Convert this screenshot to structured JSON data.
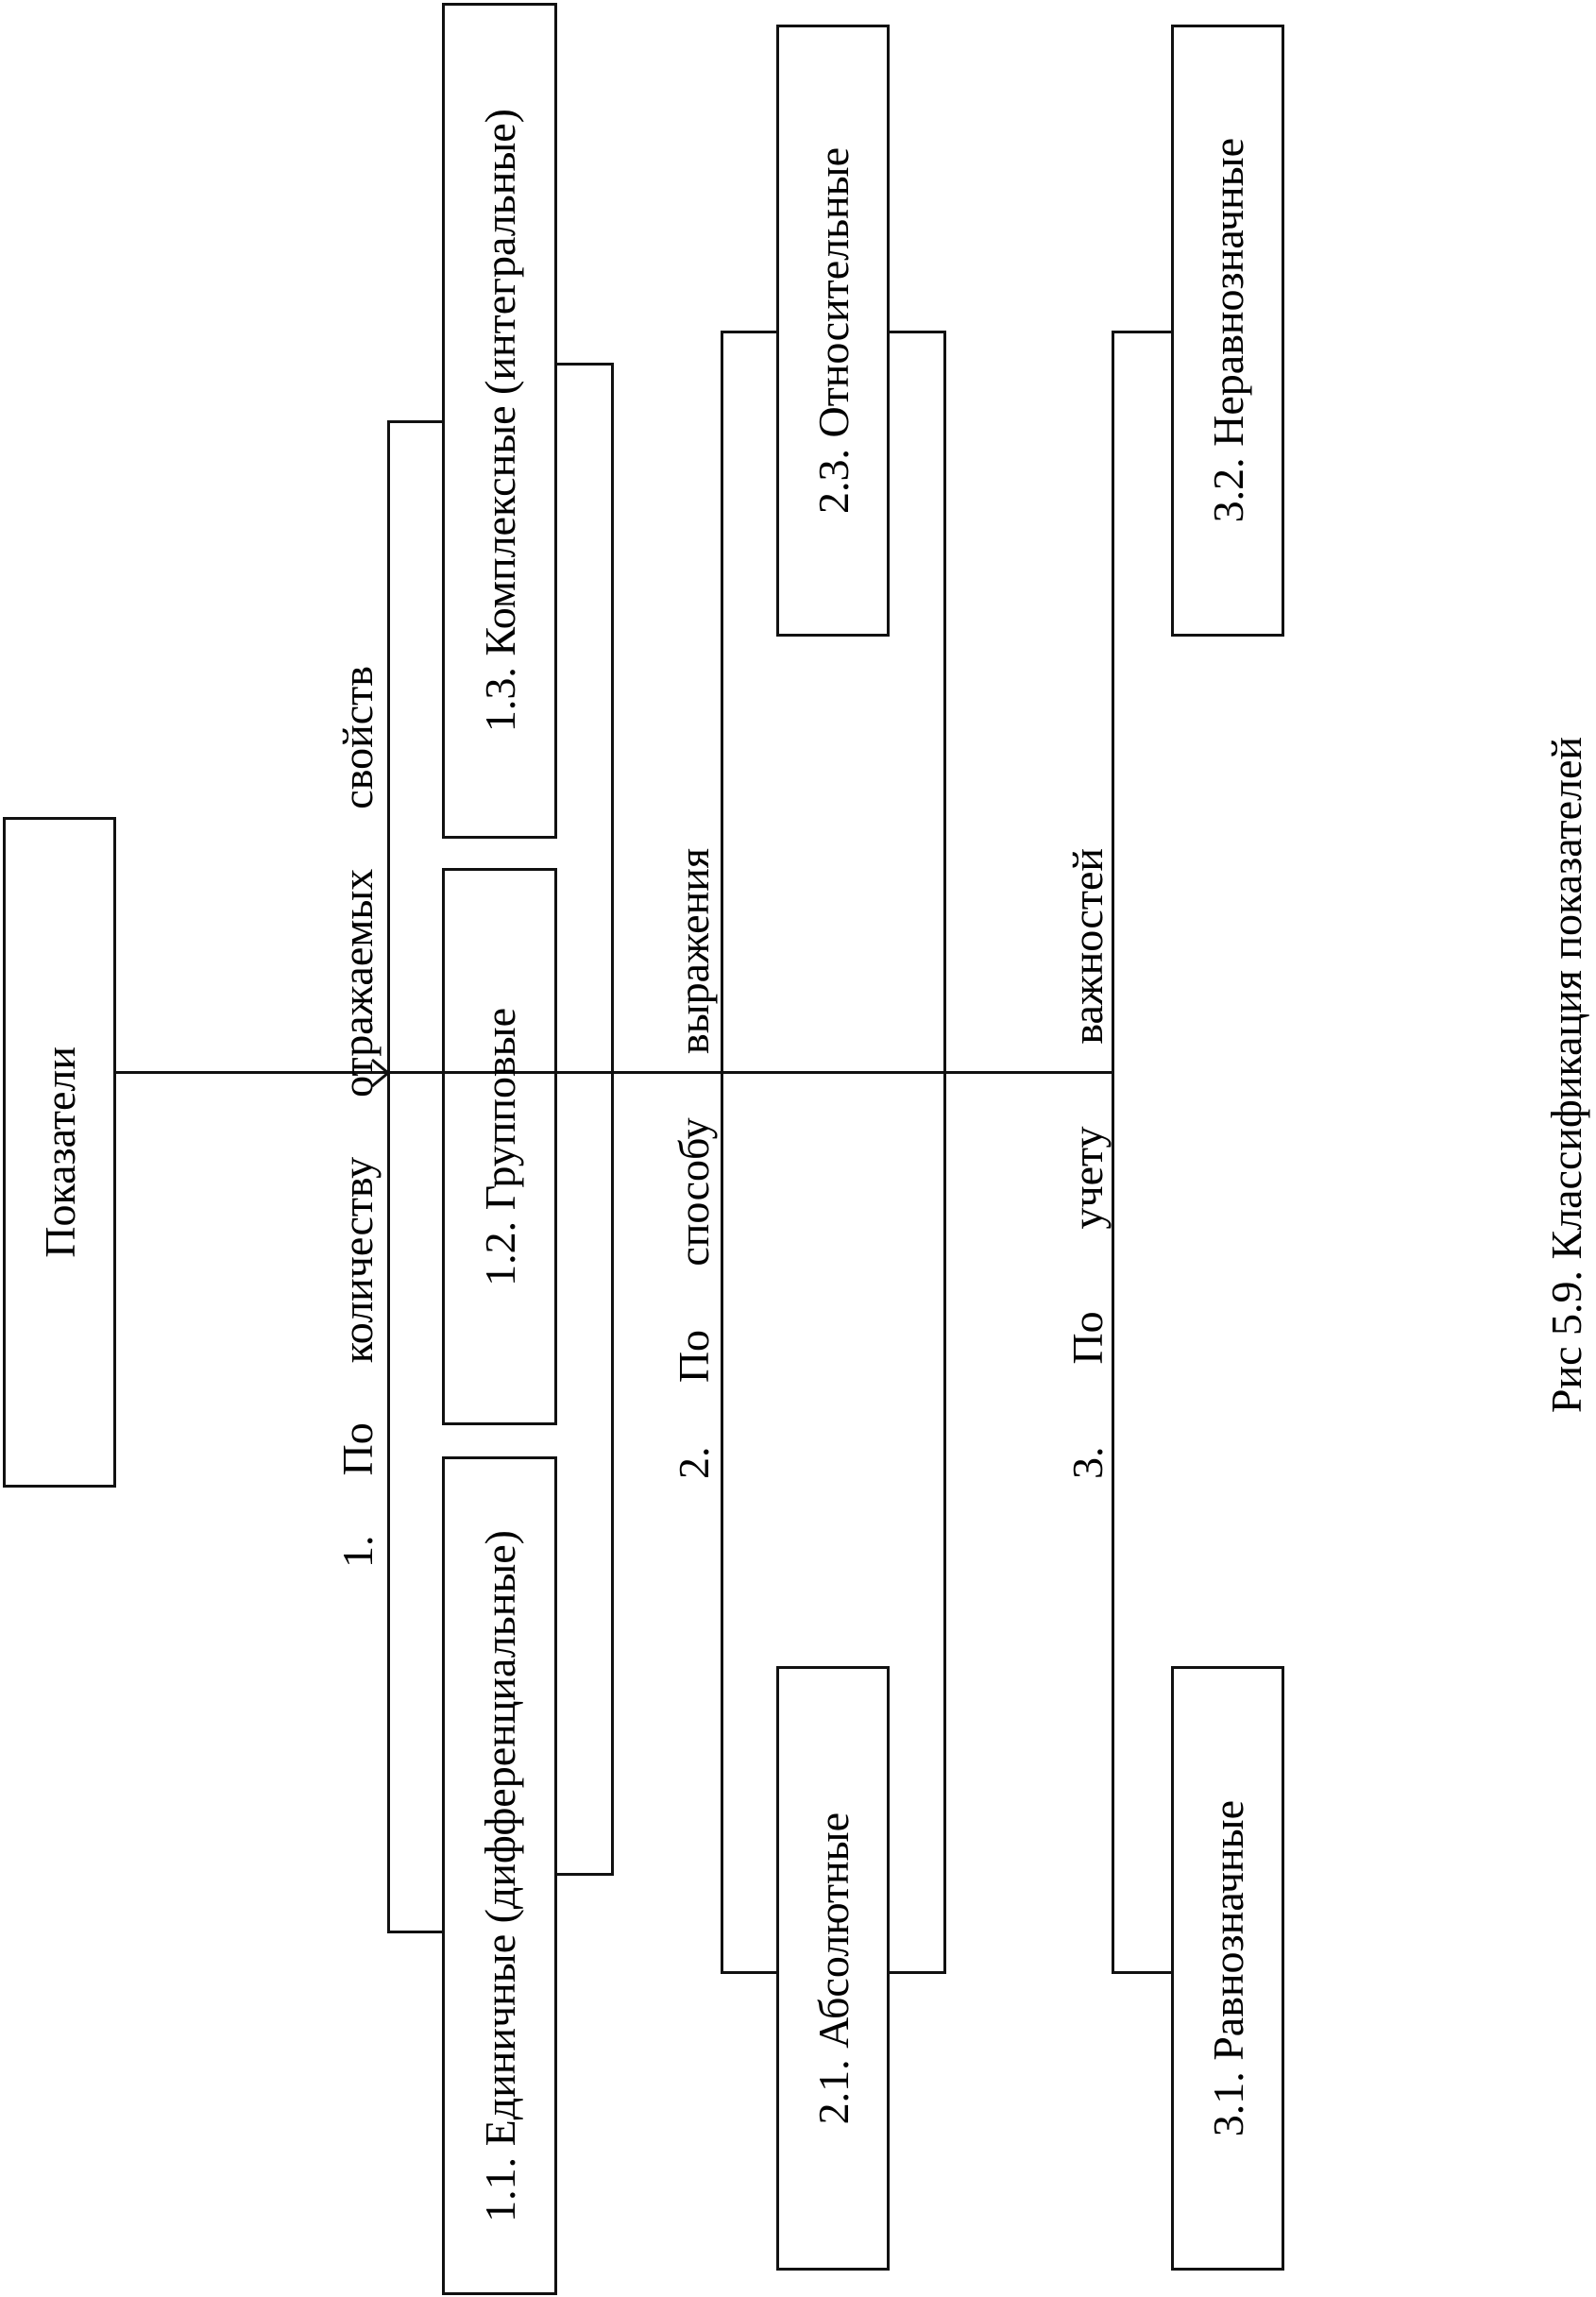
{
  "root": "Показатели",
  "groups": [
    {
      "label": "1. По количеству отражаемых свойств",
      "items": [
        "1.1. Единичные (дифференциальные)",
        "1.2. Групповые",
        "1.3. Комплексные (интегральные)"
      ]
    },
    {
      "label": "2. По способу выражения",
      "items": [
        "2.1. Абсолютные",
        "2.3. Относительные"
      ]
    },
    {
      "label": "3. По учету важностей",
      "items": [
        "3.1. Равнозначные",
        "3.2. Неравнозначные"
      ]
    }
  ],
  "caption": "Рис 5.9. Классификация показателей"
}
